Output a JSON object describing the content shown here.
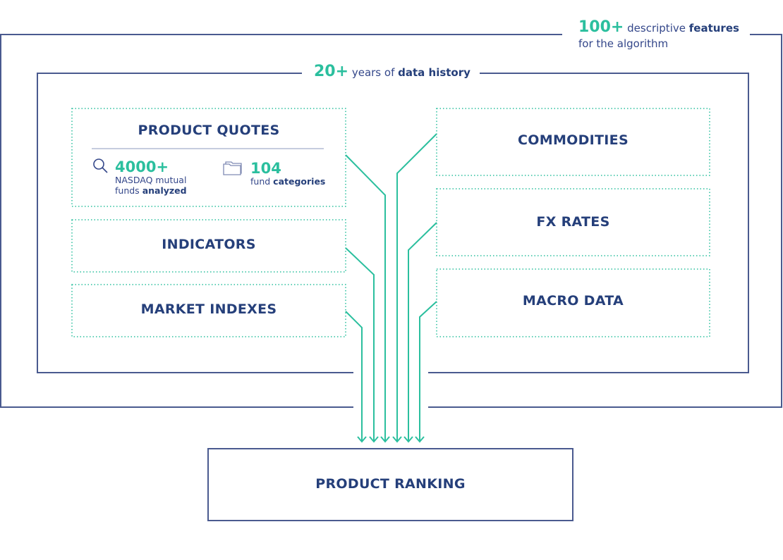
{
  "colors": {
    "accent": "#2bbf9e",
    "navy": "#253f7a",
    "frame": "#4a5a8f"
  },
  "outer_caption": {
    "number": "100+",
    "text1": "descriptive",
    "bold": "features",
    "line2": "for the algorithm"
  },
  "inner_caption": {
    "number": "20+",
    "text1": "years of",
    "bold": "data history"
  },
  "left_boxes": [
    {
      "title": "PRODUCT QUOTES",
      "stats": [
        {
          "icon": "search-icon",
          "number": "4000+",
          "line1": "NASDAQ mutual",
          "line2_plain": "funds",
          "line2_bold": "analyzed"
        },
        {
          "icon": "folders-icon",
          "number": "104",
          "line1_plain": "fund",
          "line1_bold": "categories"
        }
      ]
    },
    {
      "title": "INDICATORS"
    },
    {
      "title": "MARKET INDEXES"
    }
  ],
  "right_boxes": [
    {
      "title": "COMMODITIES"
    },
    {
      "title": "FX RATES"
    },
    {
      "title": "MACRO DATA"
    }
  ],
  "target": {
    "title": "PRODUCT RANKING"
  }
}
